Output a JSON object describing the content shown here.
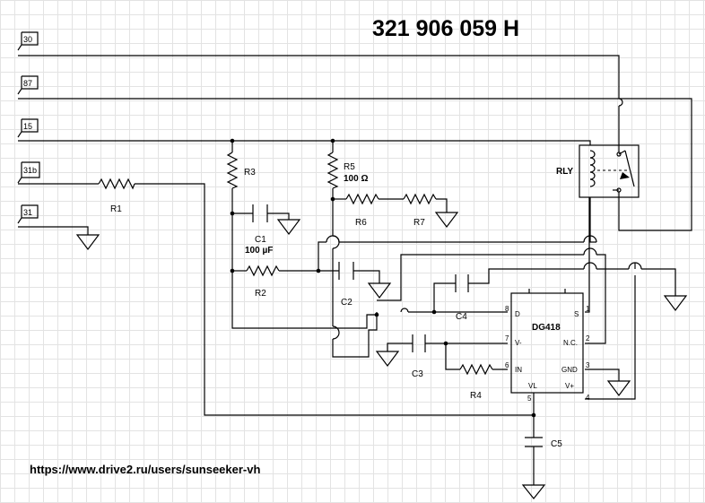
{
  "title": "321 906 059 H",
  "url": "https://www.drive2.ru/users/sunseeker-vh",
  "terminals": [
    "30",
    "87",
    "15",
    "31b",
    "31"
  ],
  "components": {
    "R1": "R1",
    "R2": "R2",
    "R3": "R3",
    "R4": "R4",
    "R5": "R5",
    "R5_value": "100 Ω",
    "R6": "R6",
    "R7": "R7",
    "C1": "C1",
    "C1_value": "100 µF",
    "C2": "C2",
    "C3": "C3",
    "C4": "C4",
    "C5": "C5",
    "RLY": "RLY"
  },
  "chip": {
    "name": "DG418",
    "pins_left": [
      {
        "num": "8",
        "label": "D"
      },
      {
        "num": "7",
        "label": "V-"
      },
      {
        "num": "6",
        "label": "IN"
      }
    ],
    "pins_right": [
      {
        "num": "1",
        "label": "S"
      },
      {
        "num": "2",
        "label": "N.C."
      },
      {
        "num": "3",
        "label": "GND"
      },
      {
        "num": "4",
        "label": "V+"
      }
    ],
    "pin_bottom": {
      "num": "5",
      "label": "VL"
    }
  }
}
